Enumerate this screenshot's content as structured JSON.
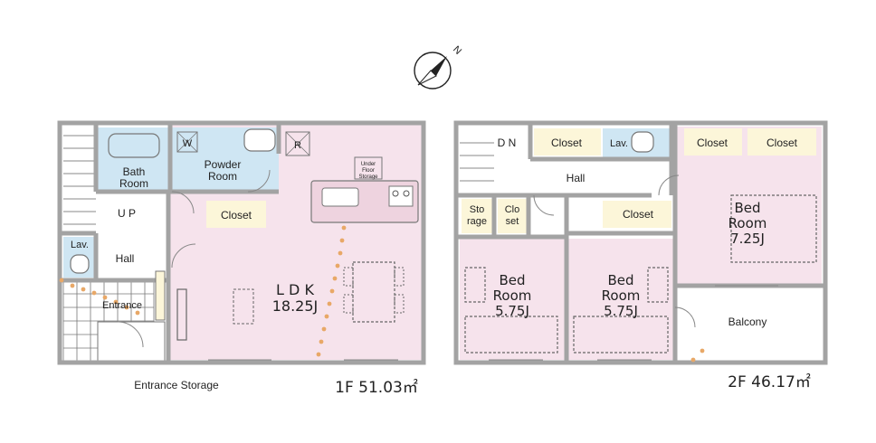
{
  "compass": {
    "north_label": "N"
  },
  "floor1": {
    "area_label": "1F 51.03㎡",
    "rooms": {
      "bath": "Bath",
      "bath2": "Room",
      "powder": "Powder",
      "powder2": "Room",
      "closet": "Closet",
      "up": "U P",
      "lav": "Lav.",
      "hall": "Hall",
      "entrance": "Entrance",
      "entrance_storage": "Entrance Storage",
      "ldk": "L D K",
      "ldk_size": "18.25J",
      "underfloor1": "Under",
      "underfloor2": "Floor",
      "underfloor3": "Storage",
      "w_mark": "W",
      "r_mark": "R"
    }
  },
  "floor2": {
    "area_label": "2F 46.17㎡",
    "rooms": {
      "dn": "D N",
      "closet_a": "Closet",
      "lav": "Lav.",
      "closet_b": "Closet",
      "closet_c": "Closet",
      "closet_d": "Closet",
      "hall": "Hall",
      "storage1": "Sto",
      "storage2": "rage",
      "closet_small1": "Clo",
      "closet_small2": "set",
      "bed1_a": "Bed",
      "bed1_b": "Room",
      "bed1_size": "5.75J",
      "bed2_a": "Bed",
      "bed2_b": "Room",
      "bed2_size": "5.75J",
      "bed3_a": "Bed",
      "bed3_b": "Room",
      "bed3_size": "7.25J",
      "balcony": "Balcony"
    }
  },
  "colors": {
    "pink": "#f6e3ec",
    "blue": "#cfe6f3",
    "yellow": "#fcf6d9",
    "wall": "#a3a3a3",
    "dots": "#e8a867"
  }
}
